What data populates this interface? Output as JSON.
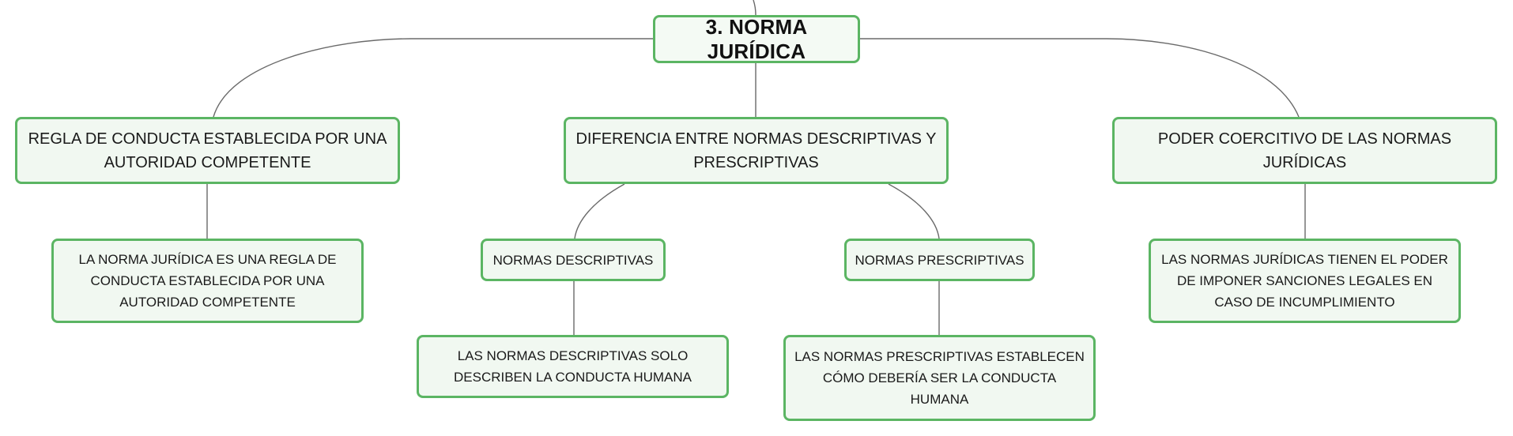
{
  "diagram": {
    "root": {
      "label": "3. NORMA JURÍDICA"
    },
    "branches": [
      {
        "label": "REGLA DE CONDUCTA ESTABLECIDA POR UNA AUTORIDAD COMPETENTE",
        "children": [
          {
            "label": "LA NORMA JURÍDICA ES UNA REGLA DE CONDUCTA ESTABLECIDA POR UNA AUTORIDAD COMPETENTE"
          }
        ]
      },
      {
        "label": "DIFERENCIA ENTRE NORMAS DESCRIPTIVAS Y PRESCRIPTIVAS",
        "children": [
          {
            "label": "NORMAS DESCRIPTIVAS",
            "children": [
              {
                "label": "LAS NORMAS DESCRIPTIVAS SOLO DESCRIBEN LA CONDUCTA HUMANA"
              }
            ]
          },
          {
            "label": "NORMAS PRESCRIPTIVAS",
            "children": [
              {
                "label": "LAS NORMAS PRESCRIPTIVAS ESTABLECEN CÓMO DEBERÍA SER LA CONDUCTA HUMANA"
              }
            ]
          }
        ]
      },
      {
        "label": "PODER COERCITIVO DE LAS NORMAS JURÍDICAS",
        "children": [
          {
            "label": "LAS NORMAS JURÍDICAS TIENEN EL PODER DE IMPONER SANCIONES LEGALES EN CASO DE INCUMPLIMIENTO"
          }
        ]
      }
    ],
    "colors": {
      "node_border": "#5bb563",
      "node_fill": "#f1f8f1",
      "connector": "#6a6a6a",
      "text": "#1a1a1a"
    }
  }
}
